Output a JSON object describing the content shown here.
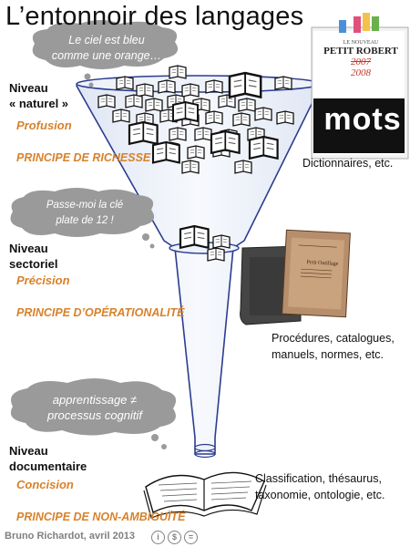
{
  "title": "L’entonnoir des langages",
  "levels": [
    {
      "name": "Niveau\n« naturel »",
      "name_lines": [
        "Niveau",
        "« naturel »"
      ],
      "quality": "Profusion",
      "principle": "PRINCIPE DE RICHESSE",
      "bubble": [
        "Le ciel est bleu",
        "comme une orange…"
      ],
      "caption": [
        "Dictionnaires, etc."
      ],
      "book_title_lines": [
        "LE NOUVEAU",
        "PETIT ROBERT",
        "2007",
        "2008",
        "mots"
      ]
    },
    {
      "name_lines": [
        "Niveau",
        "sectoriel"
      ],
      "quality": "Précision",
      "principle": "PRINCIPE D’OPÉRATIONALITÉ",
      "bubble": [
        "Passe-moi la clé",
        "plate de 12 !"
      ],
      "caption": [
        "Procédures, catalogues,",
        "manuels, normes, etc."
      ],
      "book_title_lines": [
        "Petit Outillage"
      ]
    },
    {
      "name_lines": [
        "Niveau",
        "documentaire"
      ],
      "quality": "Concision",
      "principle": "PRINCIPE DE NON-AMBIGUÏTÉ",
      "bubble": [
        "apprentissage ≠",
        "processus cognitif"
      ],
      "caption": [
        "Classification, thésaurus,",
        "taxonomie, ontologie, etc."
      ]
    }
  ],
  "credit": "Bruno Richardot, avril 2013",
  "license_icons": [
    "cc-by-icon",
    "cc-nc-icon",
    "cc-nd-icon"
  ],
  "colors": {
    "accent": "#d7822b",
    "cloud": "#9a9a9a",
    "funnel_stroke": "#2b3d8f",
    "funnel_fill": "#e9eef7"
  }
}
